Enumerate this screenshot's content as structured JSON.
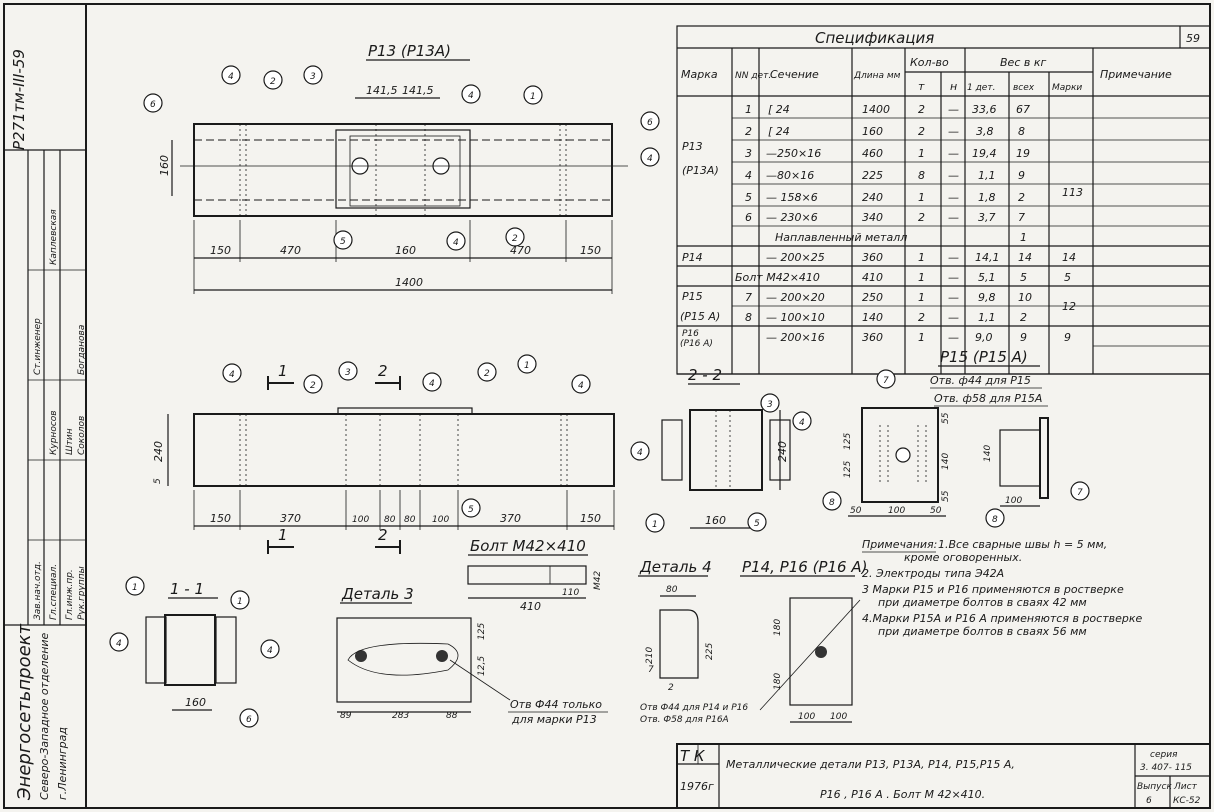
{
  "sheet_number": "59",
  "stamp_code": "Р271тм-III-59",
  "left_block": {
    "org": "Энергосетьпроект",
    "dept": "Северо-Западное отделение",
    "city": "г.Ленинград",
    "roles": [
      "Зав.нач.отд.",
      "Гл.специал.",
      "Гл.инж.пр.",
      "Рук.группы",
      "Ст.инженер"
    ],
    "names": [
      "Курносов",
      "Штин",
      "Соколов",
      "Богданова",
      "Каплевская"
    ]
  },
  "spec": {
    "title": "Спецификация",
    "headers": {
      "mark": "Марка",
      "nn": "NN дет.",
      "section": "Сечение",
      "length": "Длина мм",
      "qty": "Кол-во",
      "qty_t": "т",
      "qty_n": "н",
      "weight": "Вес в кг",
      "w_one": "1 дет.",
      "w_all": "всех",
      "w_mark": "Марки",
      "note": "Примечание"
    },
    "rows": [
      {
        "mark": "",
        "nn": "1",
        "section": "[ 24",
        "len": "1400",
        "t": "2",
        "n": "—",
        "w1": "33,6",
        "wall": "67"
      },
      {
        "mark": "",
        "nn": "2",
        "section": "[ 24",
        "len": "160",
        "t": "2",
        "n": "—",
        "w1": "3,8",
        "wall": "8"
      },
      {
        "mark": "Р13",
        "nn": "3",
        "section": "—250×16",
        "len": "460",
        "t": "1",
        "n": "—",
        "w1": "19,4",
        "wall": "19"
      },
      {
        "mark": "(Р13А)",
        "nn": "4",
        "section": "—80×16",
        "len": "225",
        "t": "8",
        "n": "—",
        "w1": "1,1",
        "wall": "9"
      },
      {
        "mark": "",
        "nn": "5",
        "section": "— 158×6",
        "len": "240",
        "t": "1",
        "n": "—",
        "w1": "1,8",
        "wall": "2"
      },
      {
        "mark": "",
        "nn": "6",
        "section": "— 230×6",
        "len": "340",
        "t": "2",
        "n": "—",
        "w1": "3,7",
        "wall": "7"
      }
    ],
    "weld_label": "Наплавленный металл",
    "weld_wall": "1",
    "mark_total_p13": "113",
    "p14": {
      "mark": "Р14",
      "section": "— 200×25",
      "len": "360",
      "t": "1",
      "n": "—",
      "w1": "14,1",
      "wall": "14",
      "wm": "14"
    },
    "bolt": {
      "section": "Болт М42×410",
      "len": "410",
      "t": "1",
      "n": "—",
      "w1": "5,1",
      "wall": "5",
      "wm": "5"
    },
    "p15_rows": [
      {
        "mark": "Р15",
        "nn": "7",
        "section": "— 200×20",
        "len": "250",
        "t": "1",
        "n": "—",
        "w1": "9,8",
        "wall": "10"
      },
      {
        "mark": "(Р15 А)",
        "nn": "8",
        "section": "— 100×10",
        "len": "140",
        "t": "2",
        "n": "—",
        "w1": "1,1",
        "wall": "2"
      }
    ],
    "p15_wm": "12",
    "p16": {
      "mark1": "Р16",
      "mark2": "(Р16 А)",
      "section": "— 200×16",
      "len": "360",
      "t": "1",
      "n": "—",
      "w1": "9,0",
      "wall": "9",
      "wm": "9"
    }
  },
  "views": {
    "p13_title": "Р13 (Р13А)",
    "dims_top": [
      "150",
      "470",
      "160",
      "470",
      "150"
    ],
    "dim_total": "1400",
    "dim_141a": "141,5",
    "dim_141b": "141,5",
    "dim_160v": "160",
    "section_1_label": "1",
    "section_2_label": "2",
    "dims_mid": [
      "150",
      "370",
      "100",
      "80",
      "80",
      "100",
      "370",
      "150"
    ],
    "dim_240": "240",
    "dim_5": "5",
    "view_22": "2 - 2",
    "view_22_dim_240": "240",
    "view_22_dim_160": "160",
    "view_11": "1 - 1",
    "view_11_dim_160": "160",
    "p15_title": "Р15 (Р15 А)",
    "p15_hole1": "Отв. ф44 для  Р15",
    "p15_hole2": "Отв. ф58 для  Р15А",
    "p15_dims": [
      "55",
      "125",
      "140",
      "125",
      "55",
      "50",
      "100",
      "50"
    ],
    "p15_side_dims": [
      "140",
      "100"
    ],
    "bolt_title": "Болт М42×410",
    "bolt_dims": [
      "410",
      "110",
      "M42"
    ],
    "det3_title": "Деталь 3",
    "det3_dims": [
      "89",
      "283",
      "88",
      "125",
      "12,5"
    ],
    "det3_note1": "Отв Ф44 только",
    "det3_note2": "для марки Р13",
    "det4_title": "Деталь 4",
    "det4_dims": [
      "80",
      "210",
      "225",
      "7",
      "2"
    ],
    "det4_note1": "Отв Ф44 для Р14 и Р16",
    "det4_note2": "Отв. Ф58 для Р16А",
    "p14_title": "Р14, Р16 (Р16 А)",
    "p14_dims": [
      "180",
      "180",
      "100",
      "100"
    ]
  },
  "notes": {
    "head": "Примечания:",
    "lines": [
      "1.Все сварные швы  h = 5 мм,",
      "кроме  оговоренных.",
      "2. Электроды  типа  Э42А",
      "3 Марки Р15 и Р16 применяются в ростверке",
      "при диаметре  болтов  в сваях  42 мм",
      "4.Марки Р15А и Р16 А применяются в ростверке",
      "при диаметре  болтов  в сваях  56 мм"
    ]
  },
  "title_block": {
    "tk": "Т К",
    "year": "1976г",
    "title1": "Металлические детали Р13, Р13А, Р14, Р15,Р15 А,",
    "title2": "Р16 ,  Р16 А . Болт  М 42×410.",
    "series_label": "серия",
    "series": "3. 407- 115",
    "issue_label": "Выпуск",
    "issue": "6",
    "sheet_label": "Лист",
    "sheet": "КС-52"
  },
  "callout_numbers": [
    "1",
    "2",
    "3",
    "4",
    "5",
    "6",
    "7",
    "8"
  ]
}
